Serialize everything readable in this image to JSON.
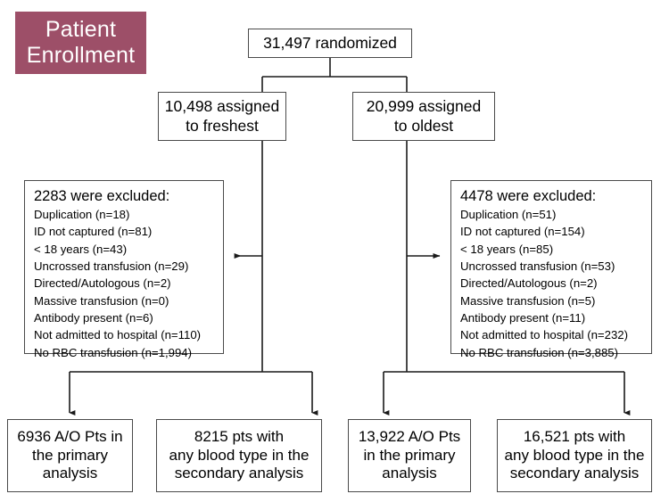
{
  "figure": {
    "type": "flowchart",
    "title": "Patient Enrollment",
    "banner_color": "#9d4f68",
    "box_border_color": "#4a4a4a",
    "connector_color": "#1a1a1a"
  },
  "banner": {
    "line1": "Patient",
    "line2": "Enrollment"
  },
  "nodes": {
    "randomized": {
      "label": "31,497 randomized",
      "value": 31497
    },
    "freshest": {
      "line1": "10,498 assigned",
      "line2": "to freshest",
      "value": 10498
    },
    "oldest": {
      "line1": "20,999 assigned",
      "line2": "to oldest",
      "value": 20999
    },
    "excluded_left": {
      "title": "2283 were excluded:",
      "total": 2283,
      "reasons": [
        "Duplication (n=18)",
        "ID not captured  (n=81)",
        "< 18 years  (n=43)",
        "Uncrossed transfusion (n=29)",
        "Directed/Autologous (n=2)",
        "Massive transfusion (n=0)",
        "Antibody present  (n=6)",
        "Not admitted to hospital (n=110)",
        "No RBC transfusion (n=1,994)"
      ]
    },
    "excluded_right": {
      "title": "4478 were excluded:",
      "total": 4478,
      "reasons": [
        "Duplication (n=51)",
        "ID not captured  (n=154)",
        "< 18 years  (n=85)",
        "Uncrossed transfusion (n=53)",
        "Directed/Autologous (n=2)",
        "Massive transfusion (n=5)",
        "Antibody present  (n=11)",
        "Not admitted to hospital (n=232)",
        "No RBC transfusion (n=3,885)"
      ]
    },
    "outcome_1": {
      "line1": "6936 A/O Pts in",
      "line2": "the primary",
      "line3": "analysis",
      "value": 6936
    },
    "outcome_2": {
      "line1": "8215 pts with",
      "line2": "any blood type in the",
      "line3": "secondary analysis",
      "value": 8215
    },
    "outcome_3": {
      "line1": "13,922 A/O Pts",
      "line2": "in the primary",
      "line3": "analysis",
      "value": 13922
    },
    "outcome_4": {
      "line1": "16,521 pts with",
      "line2": "any blood type in the",
      "line3": "secondary analysis",
      "value": 16521
    }
  }
}
